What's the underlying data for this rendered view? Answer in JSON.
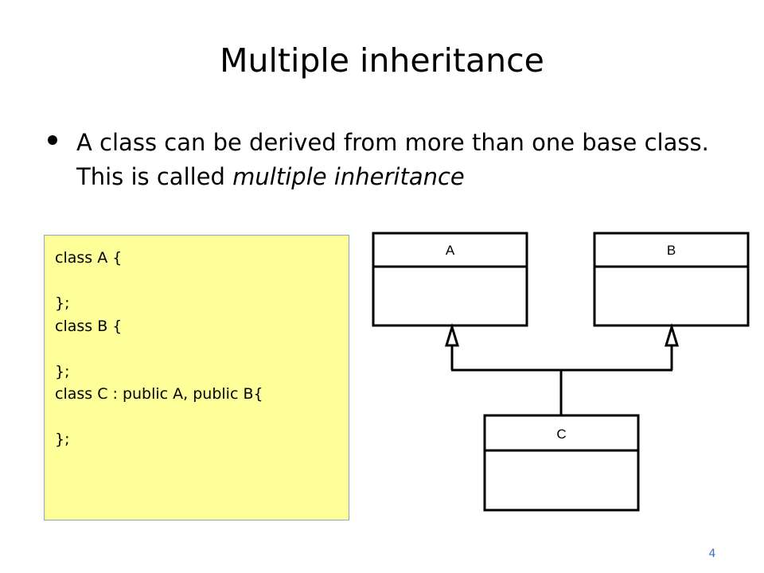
{
  "slide": {
    "title": "Multiple inheritance",
    "bullet_pre": "A class can be derived from more than one base class. This is called ",
    "bullet_em": "multiple inheritance",
    "page_number": "4"
  },
  "code": {
    "lines": [
      "class A {",
      "",
      "};",
      "class B {",
      "",
      "};",
      "class C : public A, public B{",
      "",
      "};"
    ]
  },
  "diagram": {
    "classes": [
      {
        "name": "A"
      },
      {
        "name": "B"
      },
      {
        "name": "C"
      }
    ]
  }
}
